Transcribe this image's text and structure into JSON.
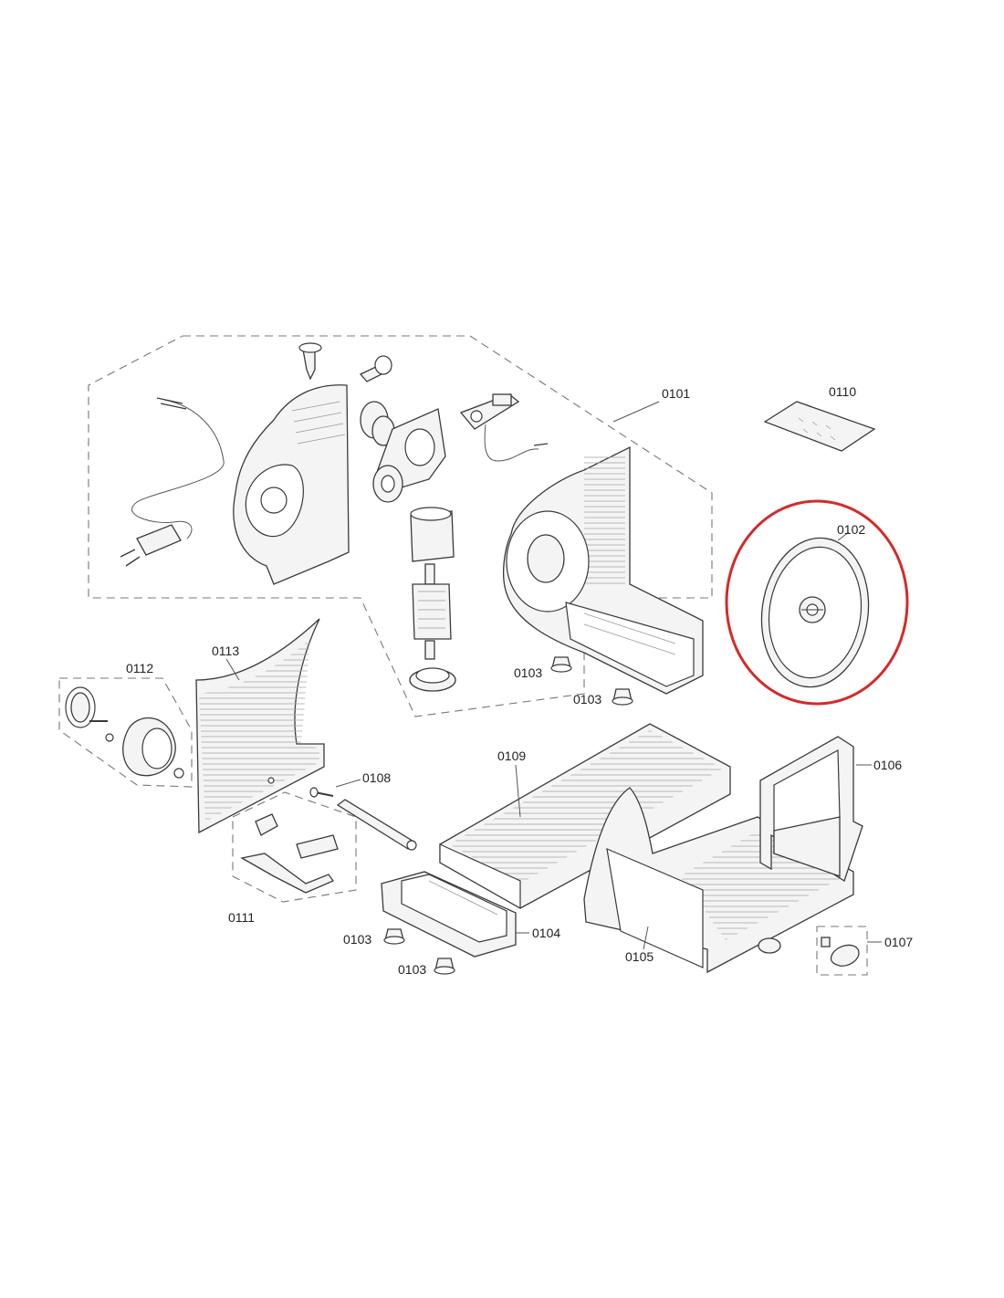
{
  "colors": {
    "highlight": "#d42a2a",
    "outline": "#3a3a3a",
    "fill": "#f4f4f4"
  },
  "labels": {
    "p0101": "0101",
    "p0102": "0102",
    "p0103a": "0103",
    "p0103b": "0103",
    "p0103c": "0103",
    "p0103d": "0103",
    "p0104": "0104",
    "p0105": "0105",
    "p0106": "0106",
    "p0107": "0107",
    "p0108": "0108",
    "p0109": "0109",
    "p0110": "0110",
    "p0111": "0111",
    "p0112": "0112",
    "p0113": "0113"
  }
}
